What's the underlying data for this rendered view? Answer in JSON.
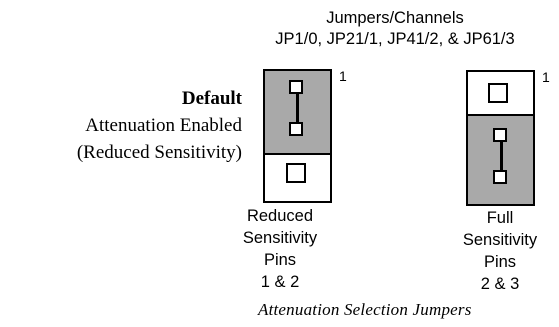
{
  "header": {
    "line1": "Jumpers/Channels",
    "line2": "JP1/0, JP21/1, JP41/2, & JP61/3"
  },
  "default_label": {
    "title": "Default",
    "line2": "Attenuation Enabled",
    "line3": "(Reduced Sensitivity)"
  },
  "jumpers": [
    {
      "pin_number": "1",
      "caption": [
        "Reduced",
        "Sensitivity",
        "Pins",
        "1 & 2"
      ],
      "shorted_pins": "1-2"
    },
    {
      "pin_number": "1",
      "caption": [
        "Full",
        "Sensitivity",
        "Pins",
        "2 & 3"
      ],
      "shorted_pins": "2-3"
    }
  ],
  "figure_caption": "Attenuation Selection Jumpers",
  "colors": {
    "shaded": "#a9a9a9",
    "line": "#000000",
    "background": "#ffffff"
  }
}
